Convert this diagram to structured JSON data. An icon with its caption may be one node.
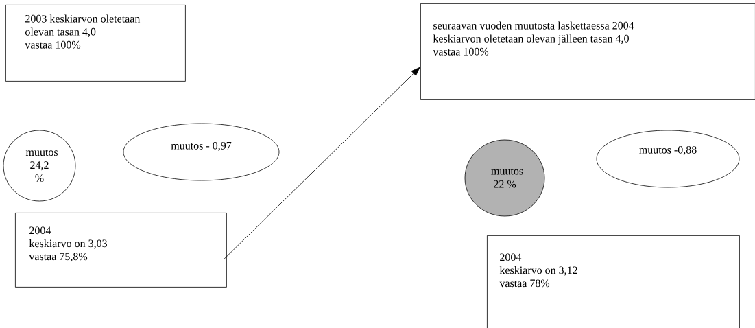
{
  "diagram": {
    "nodes": [
      {
        "text": [
          "2003 keskiarvon oletetaan",
          "olevan tasan 4,0",
          "vastaa 100%"
        ]
      },
      {
        "text": [
          "muutos 24,2 %"
        ]
      },
      {
        "text": [
          "muutos - 0,97"
        ]
      },
      {
        "text": [
          "2004",
          "keskiarvo on 3,03",
          "vastaa 75,8%"
        ]
      },
      {
        "text": [
          "seuraavan vuoden muutosta laskettaessa 2004",
          "keskiarvon oletetaan olevan jälleen tasan 4,0",
          "vastaa 100%"
        ]
      },
      {
        "text": [
          "muutos 22 %"
        ]
      },
      {
        "text": [
          "muutos -0,88"
        ]
      },
      {
        "text": [
          "2004",
          "keskiarvo on 3,12",
          "vastaa 78%"
        ]
      }
    ],
    "edges": [
      {
        "from": 3,
        "to": 4,
        "arrow": "to"
      }
    ]
  }
}
